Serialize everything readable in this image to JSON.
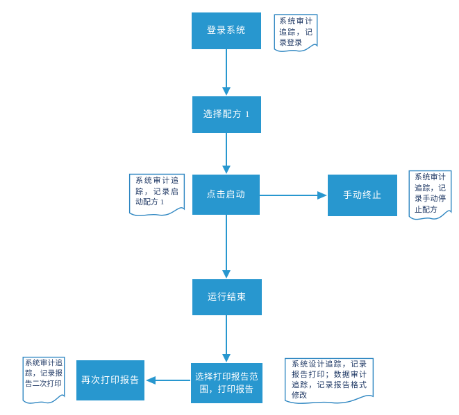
{
  "flowchart": {
    "nodes": {
      "login": {
        "label": "登录系统"
      },
      "select_recipe": {
        "label": "选择配方 1"
      },
      "click_start": {
        "label": "点击启动"
      },
      "manual_stop": {
        "label": "手动终止"
      },
      "run_end": {
        "label": "运行结束"
      },
      "print_report": {
        "label": "选择打印报告范围，打印报告"
      },
      "reprint_report": {
        "label": "再次打印报告"
      }
    },
    "annotations": {
      "login_note": {
        "text": "系统审计追踪，记录登录"
      },
      "start_note": {
        "text": "系统审计追踪，记录启动配方 1"
      },
      "manual_stop_note": {
        "text": "系统审计追踪，记录手动停止配方"
      },
      "print_note": {
        "text": "系统设计追踪，记录报告打印；数据审计追踪，记录报告格式修改"
      },
      "reprint_note": {
        "text": "系统审计追踪，记录报告二次打印"
      }
    },
    "edges": [
      {
        "from": "login",
        "to": "select_recipe"
      },
      {
        "from": "select_recipe",
        "to": "click_start"
      },
      {
        "from": "click_start",
        "to": "manual_stop"
      },
      {
        "from": "click_start",
        "to": "run_end"
      },
      {
        "from": "run_end",
        "to": "print_report"
      },
      {
        "from": "print_report",
        "to": "reprint_report"
      }
    ],
    "colors": {
      "node_fill": "#2897CF",
      "node_text": "#FFFFFF",
      "note_border": "#2E86C1",
      "note_text": "#1F3864",
      "arrow": "#2897CF",
      "background": "#FFFFFF"
    }
  }
}
